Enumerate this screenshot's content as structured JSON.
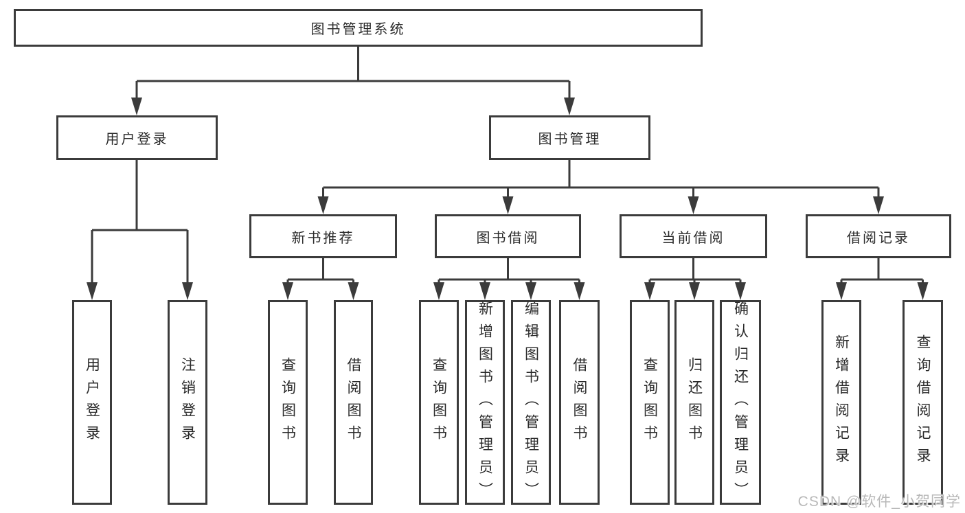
{
  "colors": {
    "line": "#3b3b3b",
    "text": "#2a2a2a",
    "box_background": "#ffffff",
    "watermark": "#b9b9b9",
    "background": "#ffffff"
  },
  "watermark": {
    "text": "CSDN @软件_小贺同学"
  },
  "diagram": {
    "root": {
      "label": "图书管理系统"
    },
    "level2": [
      {
        "label": "用户登录"
      },
      {
        "label": "图书管理"
      }
    ],
    "level3": [
      {
        "label": "新书推荐",
        "parent": "图书管理"
      },
      {
        "label": "图书借阅",
        "parent": "图书管理"
      },
      {
        "label": "当前借阅",
        "parent": "图书管理"
      },
      {
        "label": "借阅记录",
        "parent": "图书管理"
      }
    ],
    "leaves": [
      {
        "label": "用户登录",
        "parent": "用户登录"
      },
      {
        "label": "注销登录",
        "parent": "用户登录"
      },
      {
        "label": "查询图书",
        "parent": "新书推荐"
      },
      {
        "label": "借阅图书",
        "parent": "新书推荐"
      },
      {
        "label": "查询图书",
        "parent": "图书借阅"
      },
      {
        "label": "新增图书（管理员）",
        "parent": "图书借阅"
      },
      {
        "label": "编辑图书（管理员）",
        "parent": "图书借阅"
      },
      {
        "label": "借阅图书",
        "parent": "图书借阅"
      },
      {
        "label": "查询图书",
        "parent": "当前借阅"
      },
      {
        "label": "归还图书",
        "parent": "当前借阅"
      },
      {
        "label": "确认归还（管理员）",
        "parent": "当前借阅"
      },
      {
        "label": "新增借阅记录",
        "parent": "借阅记录"
      },
      {
        "label": "查询借阅记录",
        "parent": "借阅记录"
      }
    ]
  }
}
